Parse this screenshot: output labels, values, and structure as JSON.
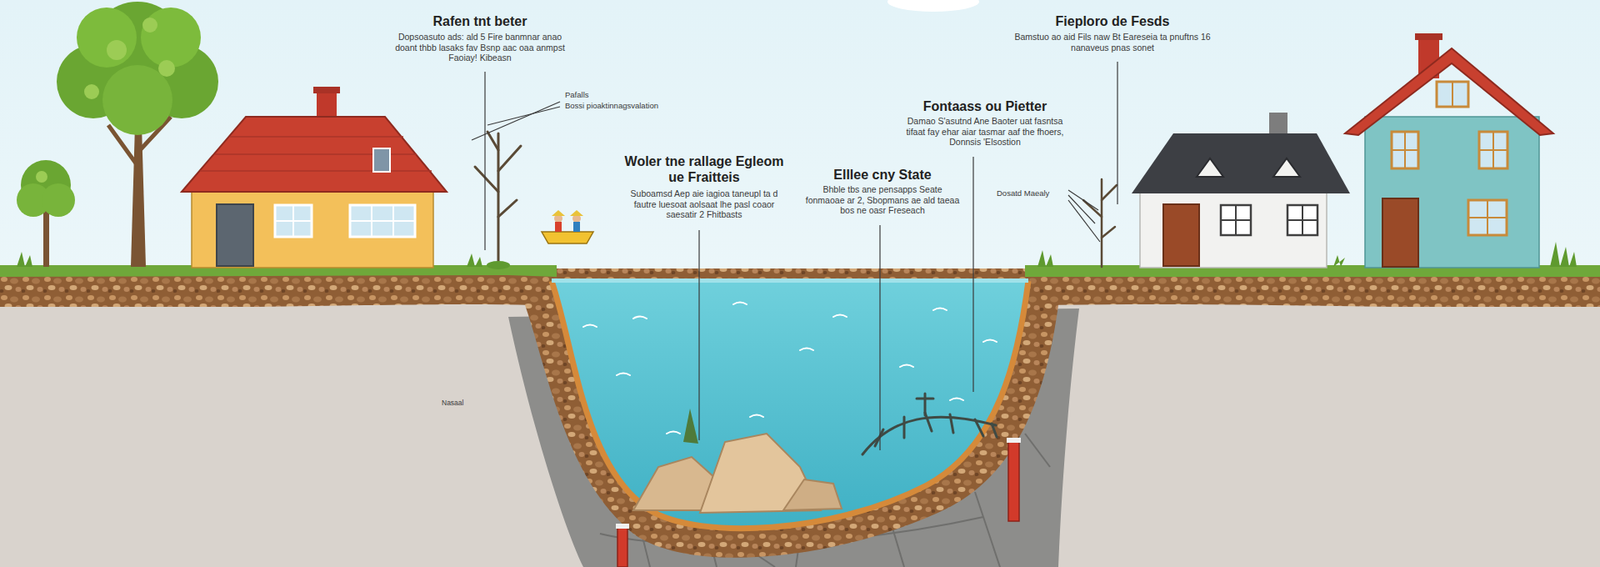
{
  "diagram": {
    "labels": [
      "Rafen tnt beter",
      "Dopsoasuto ads: ald 5 Fire banmnar anao doant thbb lasaks fav Bsnp aac oaa anmpst Faoiay! Kibeasn",
      "Pafalls",
      "Bossi pioaktinnagsvalation",
      "Fieploro de Fesds",
      "Bamstuo ao aid Fils naw Bt Eareseia ta pnuftns 16 nanaveus pnas sonet",
      "Fontaass ou Pietter",
      "Damao S'asutnd Ane Baoter uat fasntsa tifaat fay ehar aiar tasmar aaf the fhoers, Donnsis 'Elsostion",
      "Woler tne rallage Egleom ue Fraitteis",
      "Suboamsd Aep aie iagioa taneupl ta d fautre luesoat aolsaat lhe pasl coaor saesatir 2 Fhitbasts",
      "Elllee cny State",
      "Bhble tbs ane pensapps Seate fonmaoae ar 2, Sbopmans ae ald taeaa bos ne oasr Freseach",
      "Dosatd Maealy",
      "Nasaal"
    ]
  }
}
